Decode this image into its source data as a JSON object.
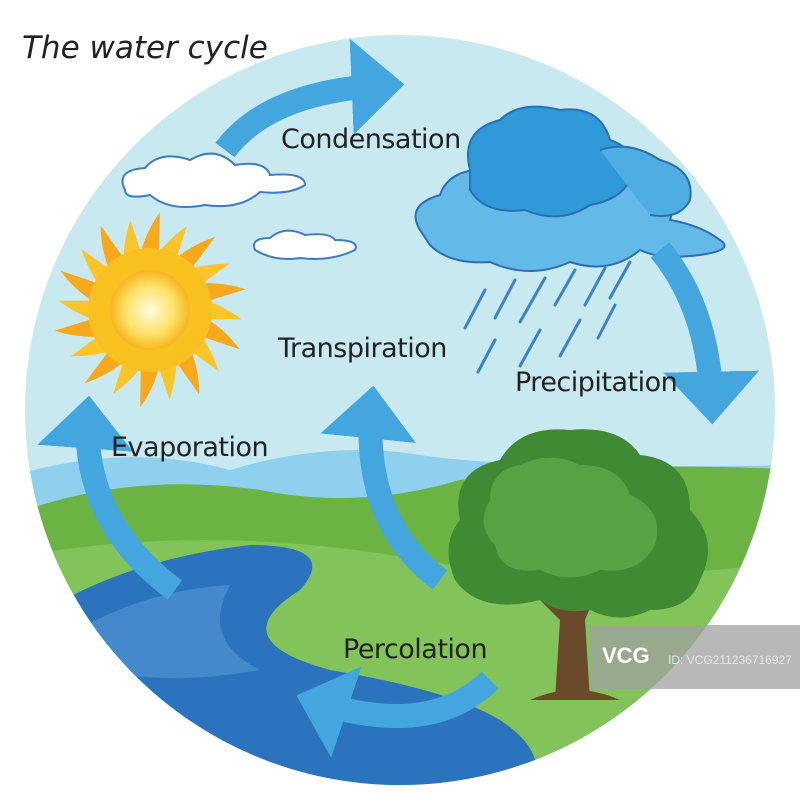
{
  "title": "The water cycle",
  "labels": {
    "condensation": "Condensation",
    "transpiration": "Transpiration",
    "precipitation": "Precipitation",
    "evaporation": "Evaporation",
    "percolation": "Percolation"
  },
  "watermark": {
    "logo": "VCG",
    "id": "ID: VCG211236716927"
  },
  "colors": {
    "sky": "#c9e9f0",
    "arrow": "#43a6df",
    "grass": "#7cbd55",
    "river": "#2c73be",
    "sun": "#fbd22e",
    "tree": "#3f8a33"
  }
}
